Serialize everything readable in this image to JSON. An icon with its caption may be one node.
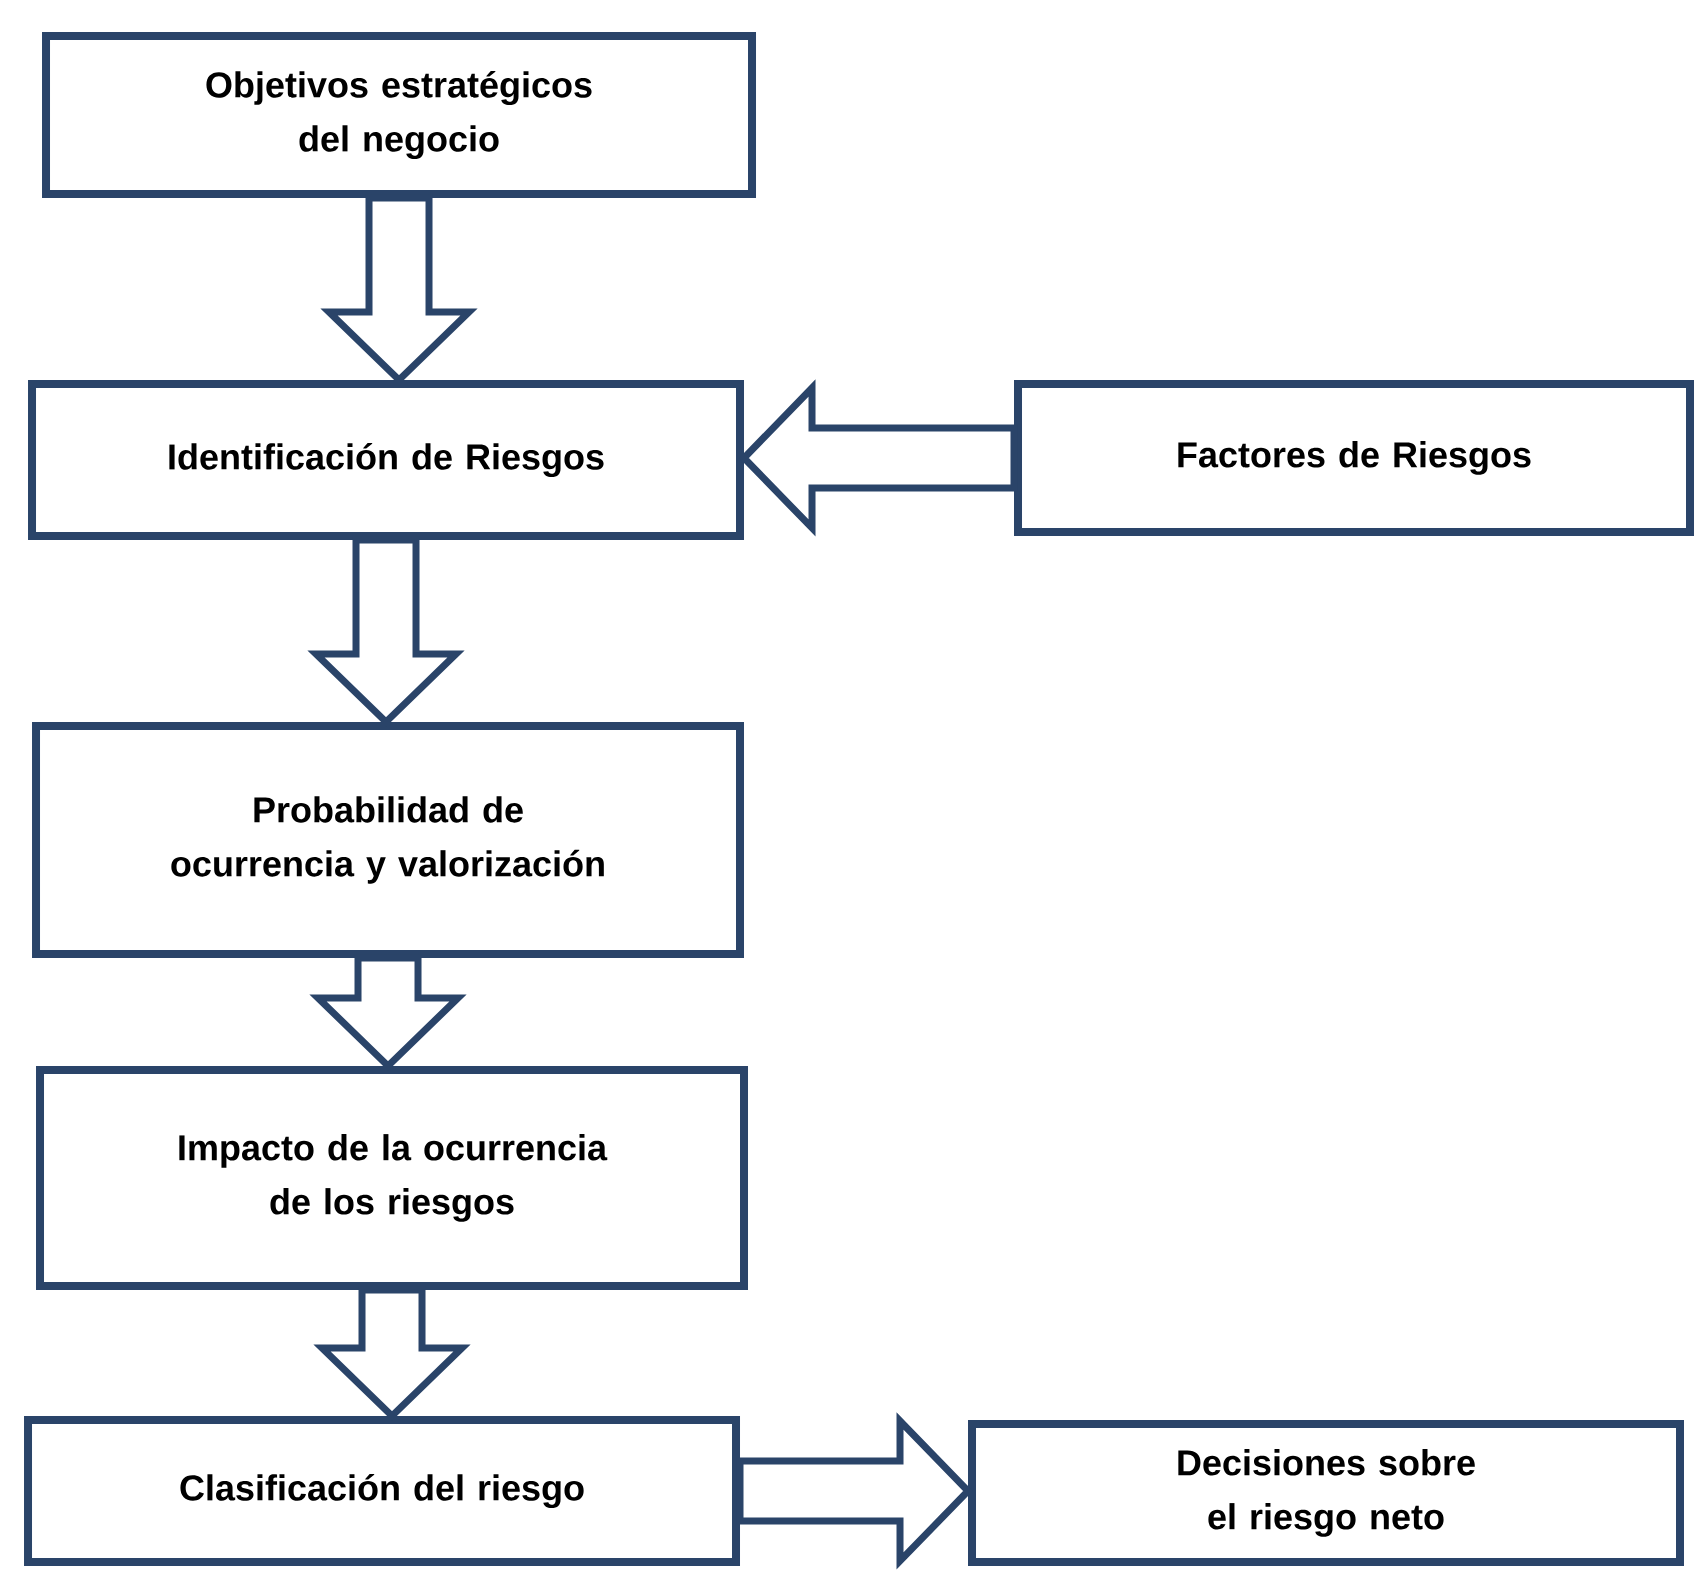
{
  "diagram": {
    "nodes": [
      {
        "text": [
          "Objetivos estratégicos del negocio"
        ]
      },
      {
        "text": [
          "Identificación de Riesgos"
        ]
      },
      {
        "text": [
          "Factores de Riesgos"
        ]
      },
      {
        "text": [
          "Probabilidad de ocurrencia y valorización"
        ]
      },
      {
        "text": [
          "Impacto de la ocurrencia de los riesgos"
        ]
      },
      {
        "text": [
          "Clasificación del riesgo"
        ]
      },
      {
        "text": [
          "Decisiones sobre el riesgo neto"
        ]
      }
    ],
    "edges": [
      {
        "from": 0,
        "to": 1,
        "arrow": "to"
      },
      {
        "from": 2,
        "to": 1,
        "arrow": "to"
      },
      {
        "from": 1,
        "to": 3,
        "arrow": "to"
      },
      {
        "from": 3,
        "to": 4,
        "arrow": "to"
      },
      {
        "from": 4,
        "to": 5,
        "arrow": "to"
      },
      {
        "from": 5,
        "to": 6,
        "arrow": "to"
      }
    ]
  }
}
